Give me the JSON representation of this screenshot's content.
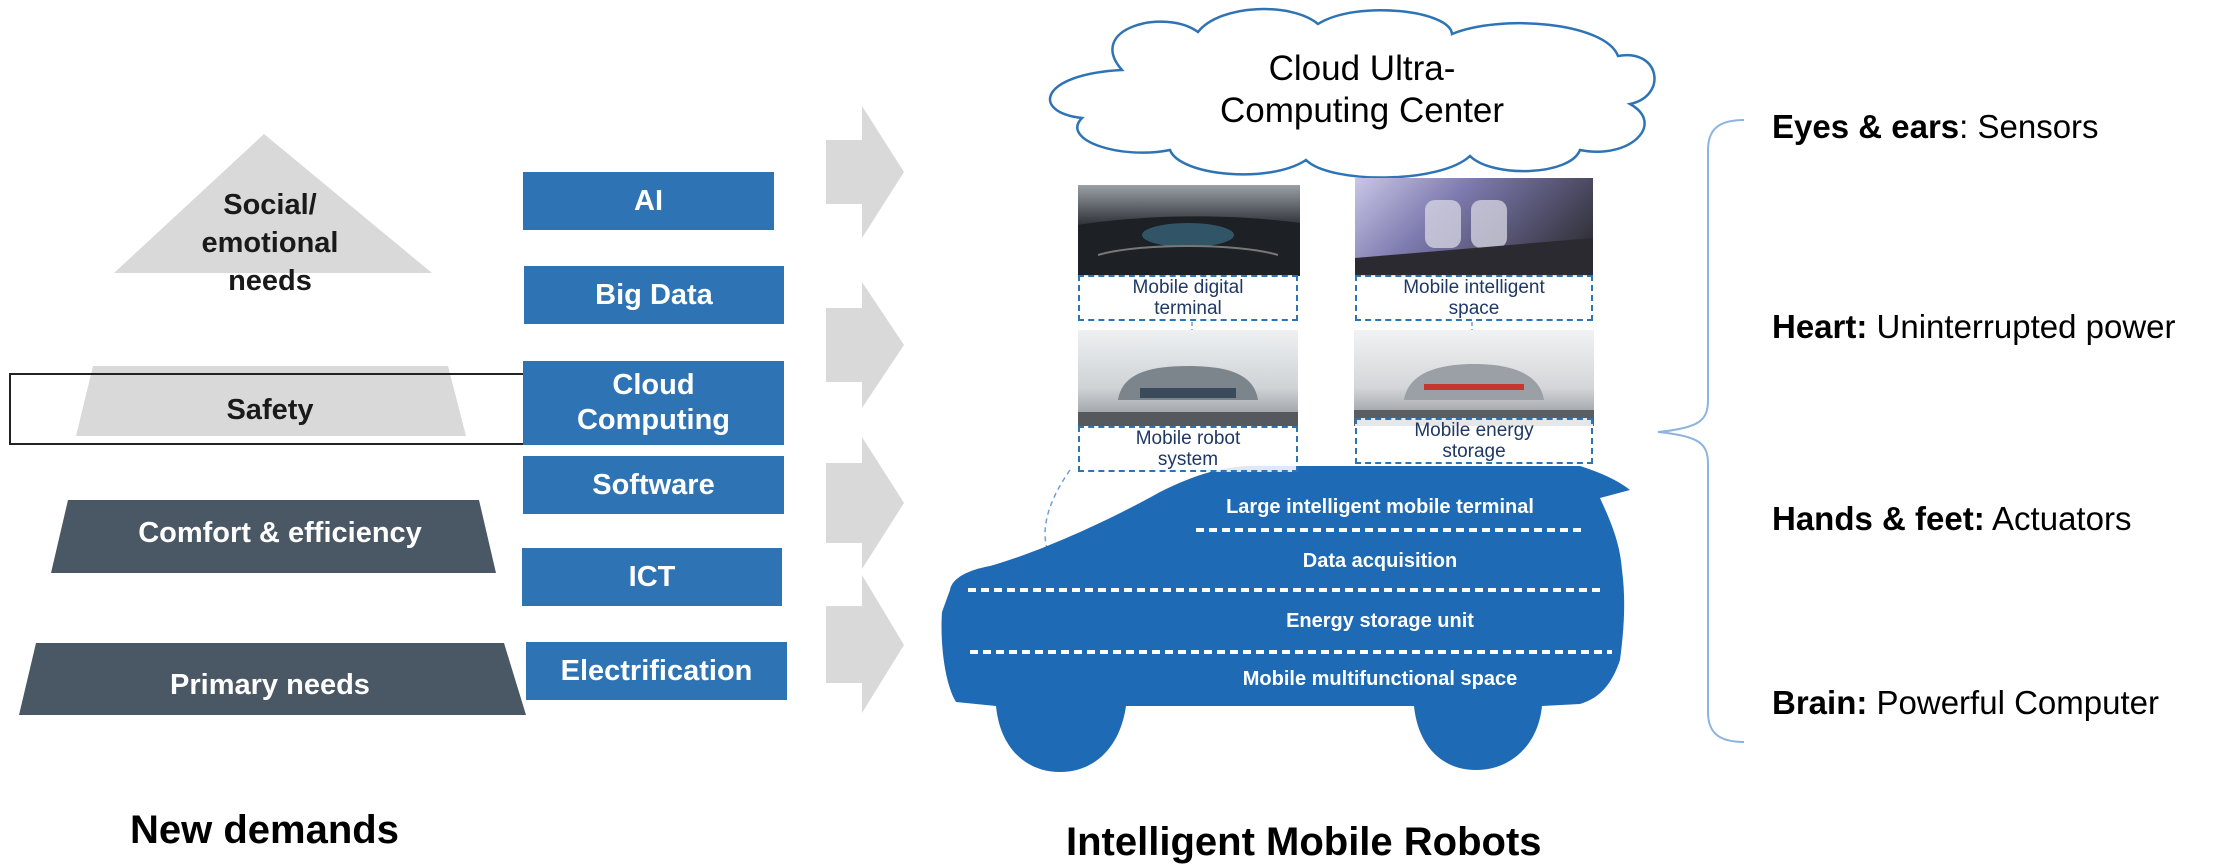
{
  "pyramid": {
    "social": "Social/\nemotional\nneeds",
    "safety": "Safety",
    "comfort": "Comfort & efficiency",
    "primary": "Primary needs"
  },
  "tech_boxes": [
    "AI",
    "Big Data",
    "Cloud\nComputing",
    "Software",
    "ICT",
    "Electrification"
  ],
  "cloud_label": "Cloud Ultra-\nComputing Center",
  "photo_captions": {
    "digital_terminal": "Mobile digital\nterminal",
    "intelligent_space": "Mobile intelligent\nspace",
    "robot_system": "Mobile robot\nsystem",
    "energy_storage": "Mobile energy\nstorage"
  },
  "car_layers": [
    "Large intelligent mobile terminal",
    "Data acquisition",
    "Energy storage unit",
    "Mobile multifunctional space"
  ],
  "right_list": [
    {
      "bold": "Eyes & ears",
      "rest": ": Sensors"
    },
    {
      "bold": "Heart:",
      "rest": " Uninterrupted power"
    },
    {
      "bold": "Hands & feet:",
      "rest": " Actuators"
    },
    {
      "bold": "Brain:",
      "rest": " Powerful Computer"
    }
  ],
  "bottom_titles": {
    "left": "New demands",
    "center": "Intelligent Mobile Robots"
  },
  "colors": {
    "pyramid_light": "#d9d9d9",
    "pyramid_dark": "#4a5764",
    "tech_blue": "#2e74b5",
    "car_blue": "#1f6ab5",
    "arrow_gray": "#d9d9d9"
  }
}
